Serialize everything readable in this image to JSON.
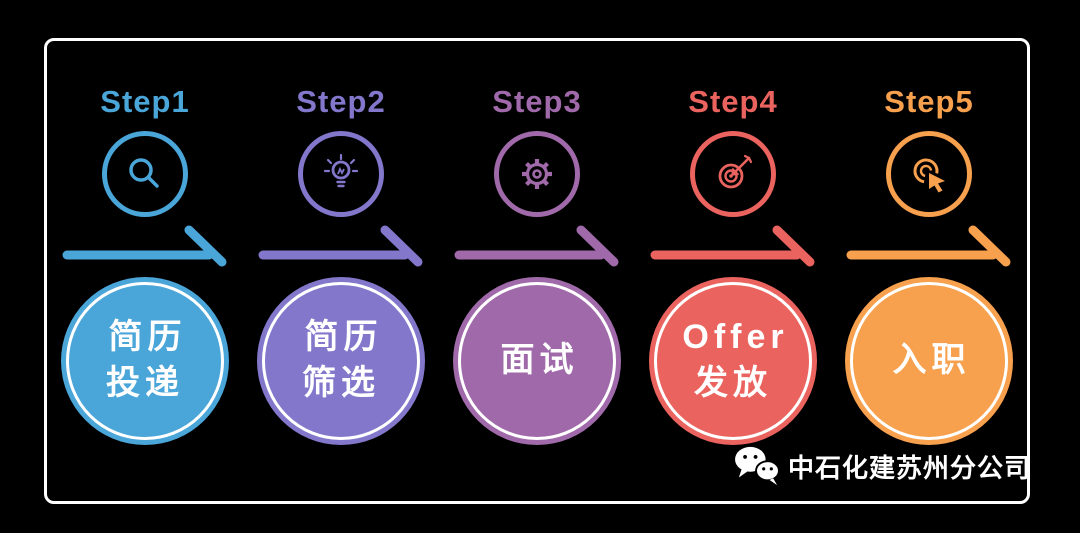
{
  "canvas": {
    "background": "#000000",
    "frame_border": "#ffffff"
  },
  "steps": [
    {
      "label": "Step1",
      "color": "#4aa5d8",
      "icon": "search-icon",
      "text": "简历\n投递"
    },
    {
      "label": "Step2",
      "color": "#8377cc",
      "icon": "lightbulb-icon",
      "text": "简历\n筛选"
    },
    {
      "label": "Step3",
      "color": "#a06aaa",
      "icon": "gear-icon",
      "text": "面试"
    },
    {
      "label": "Step4",
      "color": "#ea635e",
      "icon": "target-icon",
      "text": "Offer\n发放"
    },
    {
      "label": "Step5",
      "color": "#f7a04d",
      "icon": "cursor-click-icon",
      "text": "入职"
    }
  ],
  "footer": {
    "brand": "中石化建苏州分公司",
    "icon": "wechat-icon"
  }
}
